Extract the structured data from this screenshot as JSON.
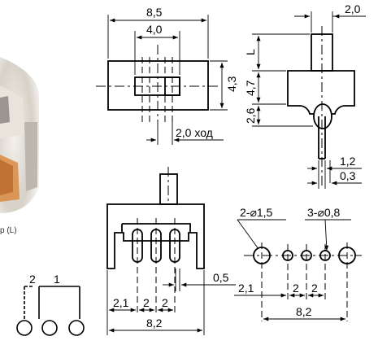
{
  "photo": {
    "caption": "р (L)"
  },
  "schematic": {
    "pin_labels": [
      "2",
      "1"
    ]
  },
  "top_view": {
    "width": "8,5",
    "slot": "4,0",
    "height_a": "4,3",
    "height_b": "4,7",
    "travel": "2,0 ход"
  },
  "side_view": {
    "top_width": "2,0",
    "L_label": "L",
    "offset": "2,6",
    "pin_w": "1,2",
    "pin_t": "0,3"
  },
  "front_view": {
    "gap": "0,5",
    "pitch_1": "2,1",
    "pitch_2": "2",
    "pitch_3": "2",
    "total": "8,2"
  },
  "hole_pattern": {
    "big_holes": "2-⌀1,5",
    "small_holes": "3-⌀0,8",
    "offset": "2,1",
    "pitch_1": "2",
    "pitch_2": "2",
    "total": "8,2"
  },
  "colors": {
    "ink": "#000000",
    "photo_shadow": "#c9c4bd",
    "photo_orange": "#d98b42"
  }
}
